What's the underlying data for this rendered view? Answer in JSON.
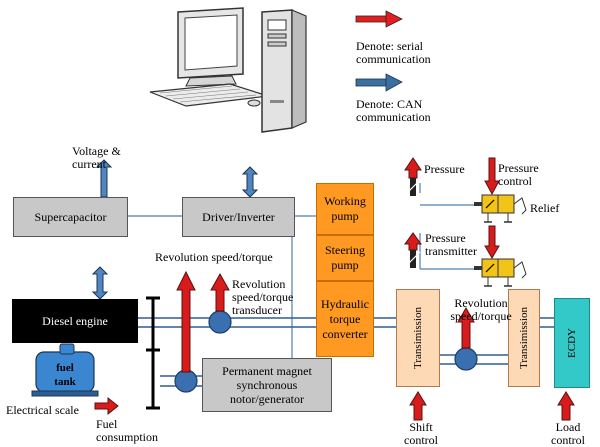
{
  "legend": {
    "serial_label": "Denote: serial communication",
    "can_label": "Denote: CAN communication",
    "serial_color": "#e02020",
    "can_color": "#3a6f9e"
  },
  "labels": {
    "voltage_current": "Voltage & current",
    "revolution_speed_torque_top": "Revolution speed/torque",
    "revolution_transducer": "Revolution speed/torque transducer",
    "pressure": "Pressure",
    "pressure_control": "Pressure control",
    "relief": "Relief",
    "pressure_transmitter": "Pressure transmitter",
    "revolution_speed_torque_right": "Revolution speed/torque",
    "electrical_scale": "Electrical scale",
    "fuel_consumption": "Fuel consumption",
    "shift_control": "Shift control",
    "load_control": "Load control",
    "fuel_tank": "fuel tank"
  },
  "boxes": {
    "supercapacitor": "Supercapacitor",
    "driver_inverter": "Driver/Inverter",
    "diesel_engine": "Diesel engine",
    "pm_motor": "Permanent magnet synchronous notor/generator",
    "working_pump": "Working pump",
    "steering_pump": "Steering pump",
    "hydraulic_converter": "Hydraulic torque converter",
    "transmission_1": "Transimission",
    "transmission_2": "Transimission",
    "ecdy": "ECDY"
  },
  "colors": {
    "shaft": "#2f5f8f",
    "gray_box": "#c8c8c8",
    "orange": "#ff9922",
    "peach": "#fdd9b5",
    "teal": "#33c9c9",
    "valve": "#f2c318"
  }
}
